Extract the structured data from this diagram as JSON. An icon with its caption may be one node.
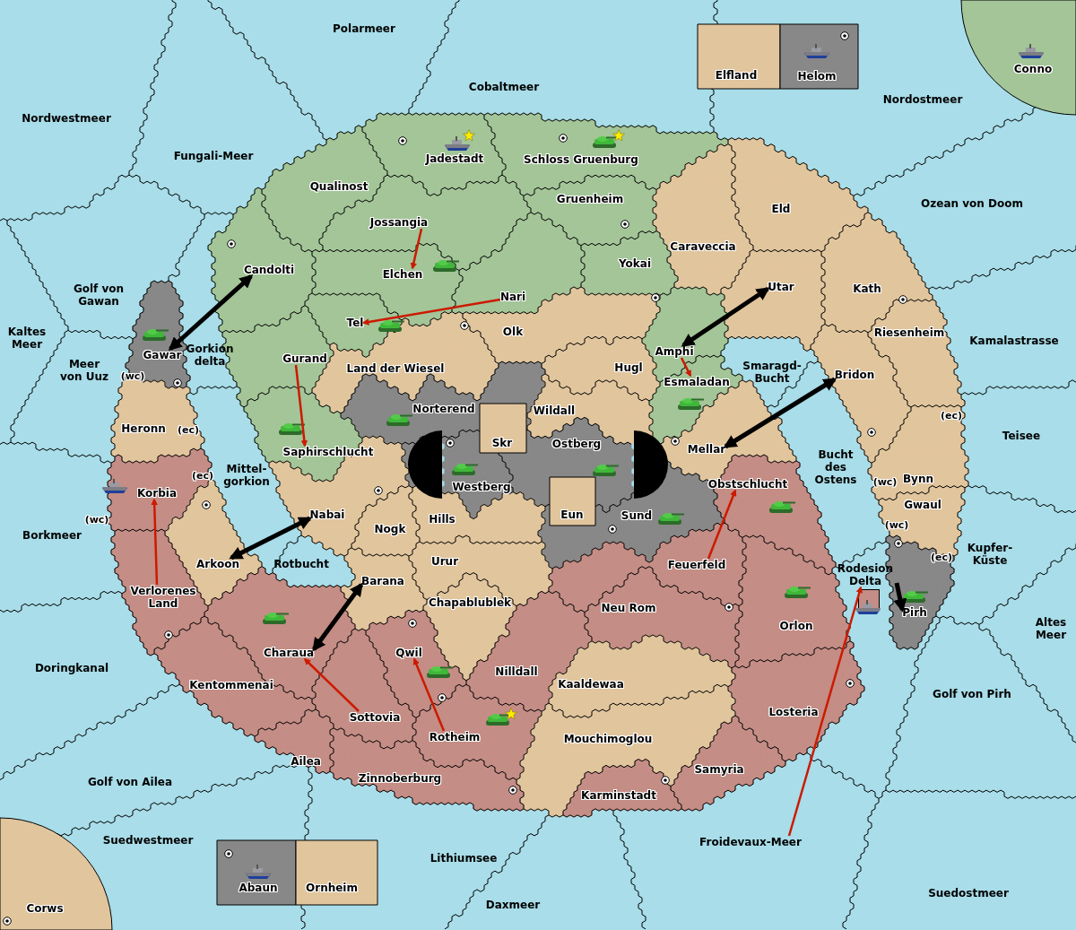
{
  "diagram": {
    "nodes": [
      {
        "text": [
          "Polarmeer"
        ]
      },
      {
        "text": [
          "Elfland"
        ]
      },
      {
        "text": [
          "Helom"
        ]
      },
      {
        "text": [
          "Conno"
        ]
      },
      {
        "text": [
          "Cobaltmeer"
        ]
      },
      {
        "text": [
          "Nordwestmeer"
        ]
      },
      {
        "text": [
          "Nordostmeer"
        ]
      },
      {
        "text": [
          "Jadestadt"
        ]
      },
      {
        "text": [
          "Schloss Gruenburg"
        ]
      },
      {
        "text": [
          "Fungali-Meer"
        ]
      },
      {
        "text": [
          "Qualinost"
        ]
      },
      {
        "text": [
          "Gruenheim"
        ]
      },
      {
        "text": [
          "Ozean von Doom"
        ]
      },
      {
        "text": [
          "Eld"
        ]
      },
      {
        "text": [
          "Jossangia"
        ]
      },
      {
        "text": [
          "Caraveccia"
        ]
      },
      {
        "text": [
          "Candolti"
        ]
      },
      {
        "text": [
          "Yokai"
        ]
      },
      {
        "text": [
          "Elchen"
        ]
      },
      {
        "text": [
          "Utar"
        ]
      },
      {
        "text": [
          "Kath"
        ]
      },
      {
        "text": [
          "Golf von Gawan"
        ]
      },
      {
        "text": [
          "Nari"
        ]
      },
      {
        "text": [
          "Tel"
        ]
      },
      {
        "text": [
          "Olk"
        ]
      },
      {
        "text": [
          "Riesenheim"
        ]
      },
      {
        "text": [
          "Kaltes Meer"
        ]
      },
      {
        "text": [
          "Kamalastrasse"
        ]
      },
      {
        "text": [
          "Amphi"
        ]
      },
      {
        "text": [
          "Gawar"
        ]
      },
      {
        "text": [
          "Gorkion delta"
        ]
      },
      {
        "text": [
          "Gurand"
        ]
      },
      {
        "text": [
          "Land der Wiesel"
        ]
      },
      {
        "text": [
          "Hugl"
        ]
      },
      {
        "text": [
          "Meer von Uuz"
        ]
      },
      {
        "text": [
          "Smaragd-Bucht"
        ]
      },
      {
        "text": [
          "Bridon"
        ]
      },
      {
        "text": [
          "Esmaladan"
        ]
      },
      {
        "text": [
          "Norterend"
        ]
      },
      {
        "text": [
          "Wildall"
        ]
      },
      {
        "text": [
          "Heronn"
        ]
      },
      {
        "text": [
          "Teisee"
        ]
      },
      {
        "text": [
          "Skr"
        ]
      },
      {
        "text": [
          "Ostberg"
        ]
      },
      {
        "text": [
          "Mellar"
        ]
      },
      {
        "text": [
          "Saphirschlucht"
        ]
      },
      {
        "text": [
          "Bucht des Ostens"
        ]
      },
      {
        "text": [
          "Mittel-gorkion"
        ]
      },
      {
        "text": [
          "Westberg"
        ]
      },
      {
        "text": [
          "Obstschlucht"
        ]
      },
      {
        "text": [
          "Bynn"
        ]
      },
      {
        "text": [
          "Korbia"
        ]
      },
      {
        "text": [
          "Gwaul"
        ]
      },
      {
        "text": [
          "Nabai"
        ]
      },
      {
        "text": [
          "Eun"
        ]
      },
      {
        "text": [
          "Sund"
        ]
      },
      {
        "text": [
          "Hills"
        ]
      },
      {
        "text": [
          "Nogk"
        ]
      },
      {
        "text": [
          "Borkmeer"
        ]
      },
      {
        "text": [
          "Kupfer-Küste"
        ]
      },
      {
        "text": [
          "Urur"
        ]
      },
      {
        "text": [
          "Feuerfeld"
        ]
      },
      {
        "text": [
          "Arkoon"
        ]
      },
      {
        "text": [
          "Rotbucht"
        ]
      },
      {
        "text": [
          "Rodesion Delta"
        ]
      },
      {
        "text": [
          "Barana"
        ]
      },
      {
        "text": [
          "Verlorenes Land"
        ]
      },
      {
        "text": [
          "Chapablublek"
        ]
      },
      {
        "text": [
          "Neu Rom"
        ]
      },
      {
        "text": [
          "Pirh"
        ]
      },
      {
        "text": [
          "Orlon"
        ]
      },
      {
        "text": [
          "Altes Meer"
        ]
      },
      {
        "text": [
          "Charaua"
        ]
      },
      {
        "text": [
          "Qwil"
        ]
      },
      {
        "text": [
          "Doringkanal"
        ]
      },
      {
        "text": [
          "Nilldall"
        ]
      },
      {
        "text": [
          "Kentommenai"
        ]
      },
      {
        "text": [
          "Kaaldewaa"
        ]
      },
      {
        "text": [
          "Golf von Pirh"
        ]
      },
      {
        "text": [
          "Losteria"
        ]
      },
      {
        "text": [
          "Sottovia"
        ]
      },
      {
        "text": [
          "Rotheim"
        ]
      },
      {
        "text": [
          "Mouchimoglou"
        ]
      },
      {
        "text": [
          "Ailea"
        ]
      },
      {
        "text": [
          "Samyria"
        ]
      },
      {
        "text": [
          "Golf von Ailea"
        ]
      },
      {
        "text": [
          "Zinnoberburg"
        ]
      },
      {
        "text": [
          "Karminstadt"
        ]
      },
      {
        "text": [
          "Suedwestmeer"
        ]
      },
      {
        "text": [
          "Froidevaux-Meer"
        ]
      },
      {
        "text": [
          "Lithiumsee"
        ]
      },
      {
        "text": [
          "Abaun"
        ]
      },
      {
        "text": [
          "Ornheim"
        ]
      },
      {
        "text": [
          "Suedostmeer"
        ]
      },
      {
        "text": [
          "Daxmeer"
        ]
      },
      {
        "text": [
          "Corws"
        ]
      }
    ],
    "edges": [
      {
        "from": 14,
        "to": 18,
        "arrow": "to"
      },
      {
        "from": 22,
        "to": 23,
        "arrow": "to"
      },
      {
        "from": 31,
        "to": 45,
        "arrow": "to"
      },
      {
        "from": 28,
        "to": 37,
        "arrow": "to"
      },
      {
        "from": 61,
        "to": 49,
        "arrow": "to"
      },
      {
        "from": 66,
        "to": 51,
        "arrow": "to"
      },
      {
        "from": 80,
        "to": 72,
        "arrow": "to"
      },
      {
        "from": 81,
        "to": 73,
        "arrow": "to"
      },
      {
        "from": 89,
        "to": 64,
        "arrow": "to"
      },
      {
        "from": 29,
        "to": 16,
        "arrow": "both",
        "style": "thick",
        "color": "#000000"
      },
      {
        "from": 62,
        "to": 53,
        "arrow": "both",
        "style": "thick",
        "color": "#000000"
      },
      {
        "from": 72,
        "to": 65,
        "arrow": "both",
        "style": "thick",
        "color": "#000000"
      },
      {
        "from": 28,
        "to": 19,
        "arrow": "both",
        "style": "thick",
        "color": "#000000"
      },
      {
        "from": 44,
        "to": 36,
        "arrow": "both",
        "style": "thick",
        "color": "#000000"
      },
      {
        "from": 64,
        "to": 69,
        "arrow": "to",
        "style": "thick",
        "color": "#000000"
      }
    ],
    "labels": [
      "(wc)",
      "(ec)",
      "(ec)",
      "(ec)",
      "(wc)",
      "(wc)",
      "(wc)",
      "(ec)"
    ]
  }
}
